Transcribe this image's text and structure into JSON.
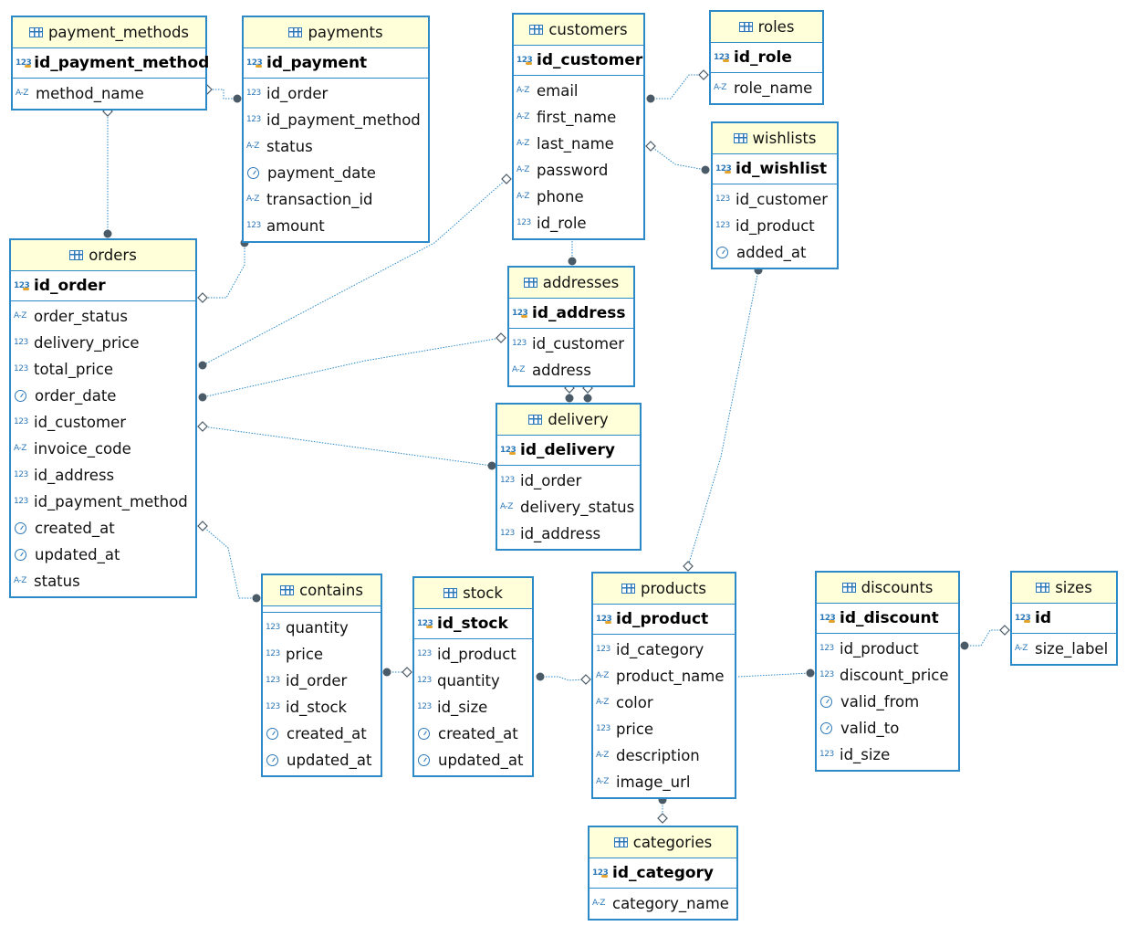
{
  "colors": {
    "border": "#2c8ac8",
    "header_bg": "#ffffd9",
    "link": "#2c8ac8",
    "link_end": "#4a5a66"
  },
  "icons": {
    "table": "table-grid-icon",
    "number": "numeric-123-icon",
    "text": "text-az-icon",
    "datetime": "clock-icon",
    "primary_key": "key-123-icon"
  },
  "tables": {
    "payment_methods": {
      "name": "payment_methods",
      "pk": "id_payment_method",
      "fields": [
        {
          "name": "method_name",
          "type": "text"
        }
      ]
    },
    "payments": {
      "name": "payments",
      "pk": "id_payment",
      "fields": [
        {
          "name": "id_order",
          "type": "num"
        },
        {
          "name": "id_payment_method",
          "type": "num"
        },
        {
          "name": "status",
          "type": "text"
        },
        {
          "name": "payment_date",
          "type": "date"
        },
        {
          "name": "transaction_id",
          "type": "text"
        },
        {
          "name": "amount",
          "type": "num"
        }
      ]
    },
    "customers": {
      "name": "customers",
      "pk": "id_customer",
      "fields": [
        {
          "name": "email",
          "type": "text"
        },
        {
          "name": "first_name",
          "type": "text"
        },
        {
          "name": "last_name",
          "type": "text"
        },
        {
          "name": "password",
          "type": "text"
        },
        {
          "name": "phone",
          "type": "text"
        },
        {
          "name": "id_role",
          "type": "num"
        }
      ]
    },
    "roles": {
      "name": "roles",
      "pk": "id_role",
      "fields": [
        {
          "name": "role_name",
          "type": "text"
        }
      ]
    },
    "wishlists": {
      "name": "wishlists",
      "pk": "id_wishlist",
      "fields": [
        {
          "name": "id_customer",
          "type": "num"
        },
        {
          "name": "id_product",
          "type": "num"
        },
        {
          "name": "added_at",
          "type": "date"
        }
      ]
    },
    "orders": {
      "name": "orders",
      "pk": "id_order",
      "fields": [
        {
          "name": "order_status",
          "type": "text"
        },
        {
          "name": "delivery_price",
          "type": "num"
        },
        {
          "name": "total_price",
          "type": "num"
        },
        {
          "name": "order_date",
          "type": "date"
        },
        {
          "name": "id_customer",
          "type": "num"
        },
        {
          "name": "invoice_code",
          "type": "text"
        },
        {
          "name": "id_address",
          "type": "num"
        },
        {
          "name": "id_payment_method",
          "type": "num"
        },
        {
          "name": "created_at",
          "type": "date"
        },
        {
          "name": "updated_at",
          "type": "date"
        },
        {
          "name": "status",
          "type": "text"
        }
      ]
    },
    "addresses": {
      "name": "addresses",
      "pk": "id_address",
      "fields": [
        {
          "name": "id_customer",
          "type": "num"
        },
        {
          "name": "address",
          "type": "text"
        }
      ]
    },
    "delivery": {
      "name": "delivery",
      "pk": "id_delivery",
      "fields": [
        {
          "name": "id_order",
          "type": "num"
        },
        {
          "name": "delivery_status",
          "type": "text"
        },
        {
          "name": "id_address",
          "type": "num"
        }
      ]
    },
    "contains": {
      "name": "contains",
      "pk": "",
      "fields": [
        {
          "name": "quantity",
          "type": "num"
        },
        {
          "name": "price",
          "type": "num"
        },
        {
          "name": "id_order",
          "type": "num"
        },
        {
          "name": "id_stock",
          "type": "num"
        },
        {
          "name": "created_at",
          "type": "date"
        },
        {
          "name": "updated_at",
          "type": "date"
        }
      ]
    },
    "stock": {
      "name": "stock",
      "pk": "id_stock",
      "fields": [
        {
          "name": "id_product",
          "type": "num"
        },
        {
          "name": "quantity",
          "type": "num"
        },
        {
          "name": "id_size",
          "type": "num"
        },
        {
          "name": "created_at",
          "type": "date"
        },
        {
          "name": "updated_at",
          "type": "date"
        }
      ]
    },
    "products": {
      "name": "products",
      "pk": "id_product",
      "fields": [
        {
          "name": "id_category",
          "type": "num"
        },
        {
          "name": "product_name",
          "type": "text"
        },
        {
          "name": "color",
          "type": "text"
        },
        {
          "name": "price",
          "type": "num"
        },
        {
          "name": "description",
          "type": "text"
        },
        {
          "name": "image_url",
          "type": "text"
        }
      ]
    },
    "discounts": {
      "name": "discounts",
      "pk": "id_discount",
      "fields": [
        {
          "name": "id_product",
          "type": "num"
        },
        {
          "name": "discount_price",
          "type": "num"
        },
        {
          "name": "valid_from",
          "type": "date"
        },
        {
          "name": "valid_to",
          "type": "date"
        },
        {
          "name": "id_size",
          "type": "num"
        }
      ]
    },
    "sizes": {
      "name": "sizes",
      "pk": "id",
      "fields": [
        {
          "name": "size_label",
          "type": "text"
        }
      ]
    },
    "categories": {
      "name": "categories",
      "pk": "id_category",
      "fields": [
        {
          "name": "category_name",
          "type": "text"
        }
      ]
    }
  },
  "relations": [
    {
      "from": "payment_methods",
      "to": "payments"
    },
    {
      "from": "payment_methods",
      "to": "orders"
    },
    {
      "from": "orders",
      "to": "payments"
    },
    {
      "from": "customers",
      "to": "roles"
    },
    {
      "from": "customers",
      "to": "wishlists"
    },
    {
      "from": "customers",
      "to": "orders"
    },
    {
      "from": "customers",
      "to": "addresses"
    },
    {
      "from": "addresses",
      "to": "orders"
    },
    {
      "from": "addresses",
      "to": "delivery"
    },
    {
      "from": "orders",
      "to": "delivery"
    },
    {
      "from": "orders",
      "to": "contains"
    },
    {
      "from": "contains",
      "to": "stock"
    },
    {
      "from": "stock",
      "to": "products"
    },
    {
      "from": "products",
      "to": "wishlists"
    },
    {
      "from": "products",
      "to": "discounts"
    },
    {
      "from": "discounts",
      "to": "sizes"
    },
    {
      "from": "products",
      "to": "categories"
    }
  ]
}
